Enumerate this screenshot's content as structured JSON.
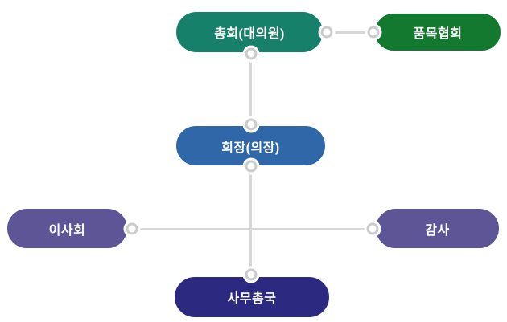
{
  "diagram": {
    "type": "organization-chart",
    "background_color": "#ffffff",
    "line_color": "#d6d6d6",
    "dot_ring_color": "#cbcbcb",
    "text_color": "#ffffff",
    "nodes": {
      "assembly": {
        "label": "총회(대의원)",
        "color": "#17806b"
      },
      "item_association": {
        "label": "품목협회",
        "color": "#12792e"
      },
      "chairman": {
        "label": "회장(의장)",
        "color": "#2f67a8"
      },
      "board": {
        "label": "이사회",
        "color": "#5d5596"
      },
      "auditor": {
        "label": "감사",
        "color": "#5d5596"
      },
      "secretariat": {
        "label": "사무총국",
        "color": "#2c2a80"
      }
    },
    "edges": [
      {
        "from": "assembly",
        "to": "item_association",
        "orientation": "horizontal"
      },
      {
        "from": "assembly",
        "to": "chairman",
        "orientation": "vertical"
      },
      {
        "from": "chairman",
        "to": "secretariat",
        "orientation": "vertical"
      },
      {
        "from": "board",
        "to": "auditor",
        "orientation": "horizontal"
      }
    ]
  }
}
